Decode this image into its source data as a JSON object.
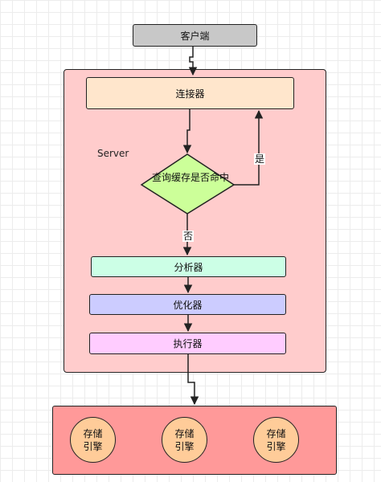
{
  "client": {
    "label": "客户端"
  },
  "server": {
    "label": "Server"
  },
  "connector": {
    "label": "连接器"
  },
  "cache_check": {
    "label": "查询缓存是否命中",
    "yes_label": "是",
    "no_label": "否"
  },
  "analyzer": {
    "label": "分析器"
  },
  "optimizer": {
    "label": "优化器"
  },
  "executor": {
    "label": "执行器"
  },
  "storage": {
    "engines": [
      {
        "label": "存储\n引擎"
      },
      {
        "label": "存储\n引擎"
      },
      {
        "label": "存储\n引擎"
      }
    ]
  },
  "colors": {
    "client_fill": "#c8c8c8",
    "server_fill": "#ffcccc",
    "connector_fill": "#ffe6cc",
    "diamond_fill": "#ccff99",
    "analyzer_fill": "#ccffe6",
    "optimizer_fill": "#ccccff",
    "executor_fill": "#ffccff",
    "storage_fill": "#ff9999",
    "engine_fill": "#ffcc99"
  }
}
